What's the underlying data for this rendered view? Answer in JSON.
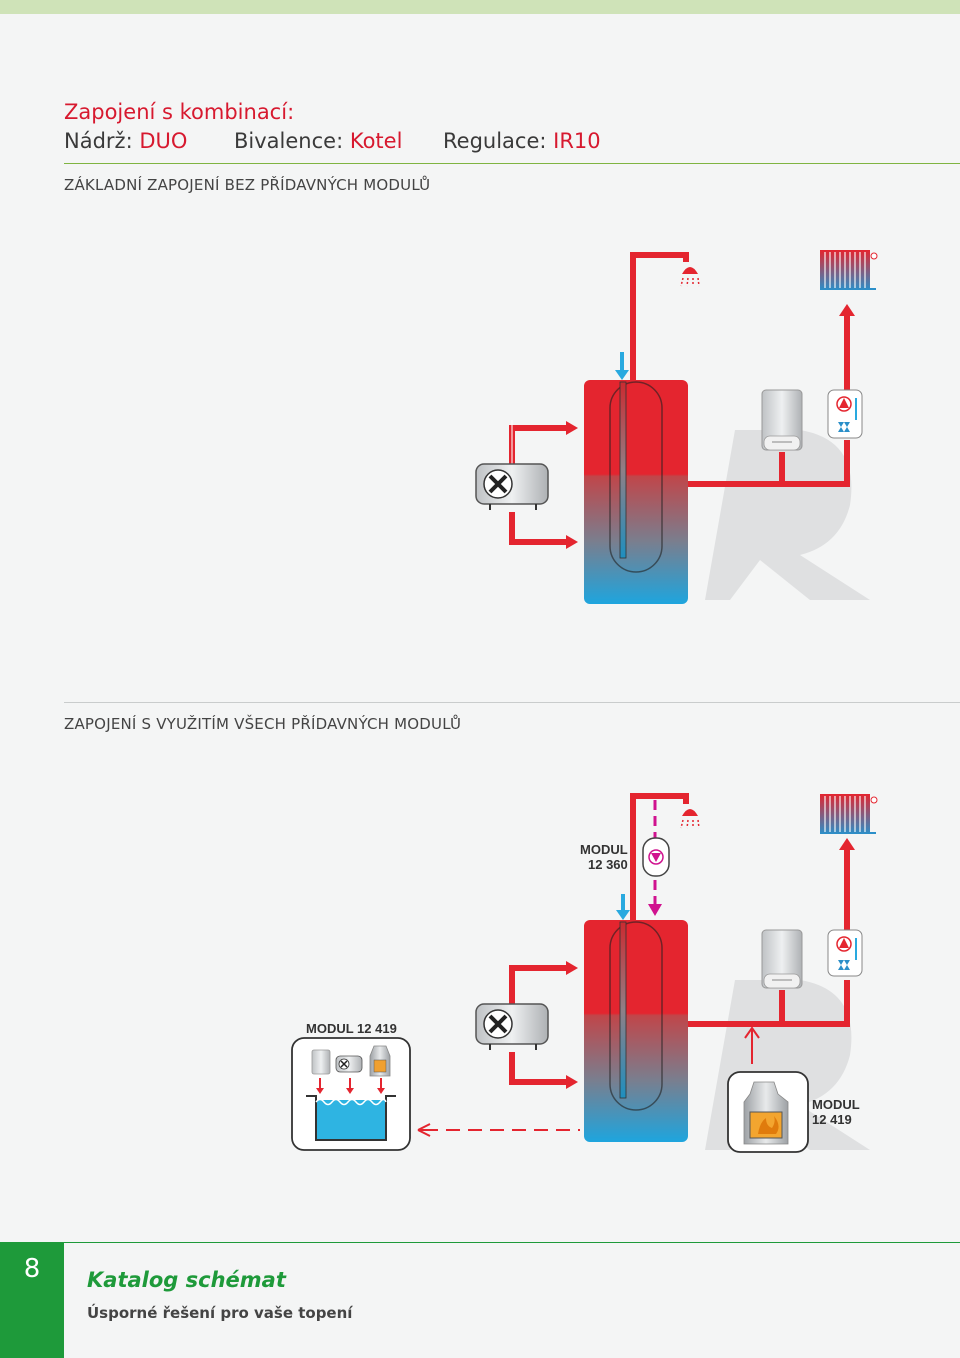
{
  "heading": {
    "line1": "Zapojení s kombinací:",
    "tank_label": "Nádrž:",
    "tank_value": "DUO",
    "bivalence_label": "Bivalence:",
    "bivalence_value": "Kotel",
    "regulation_label": "Regulace:",
    "regulation_value": "IR10"
  },
  "section1": {
    "title": "ZÁKLADNÍ ZAPOJENÍ BEZ PŘÍDAVNÝCH MODULŮ"
  },
  "section2": {
    "title": "ZAPOJENÍ S VYUŽITÍM VŠECH PŘÍDAVNÝCH MODULŮ",
    "modul_360_line1": "MODUL",
    "modul_360_line2": "12 360",
    "modul_419_top": "MODUL 12 419",
    "modul_419_right_line1": "MODUL",
    "modul_419_right_line2": "12 419"
  },
  "footer": {
    "page_number": "8",
    "title": "Katalog schémat",
    "subtitle": "Úsporné řešení pro vaše topení"
  },
  "colors": {
    "hot": "#e4252f",
    "cold": "#29a9df",
    "brand_green": "#1e9a3a",
    "magenta": "#d0128f"
  },
  "icons": [
    "shower-icon",
    "radiator-icon",
    "boiler-icon",
    "pump-group-icon",
    "heat-pump-icon",
    "fireplace-icon",
    "pool-icon"
  ]
}
